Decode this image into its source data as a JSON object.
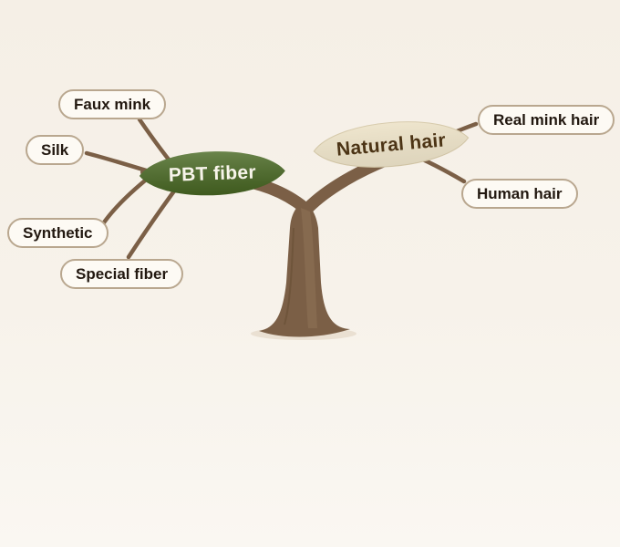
{
  "tree": {
    "branches": [
      {
        "label": "PBT fiber",
        "leaf_color": "#4a6a24",
        "label_color": "#f7f4ea",
        "items": [
          {
            "label": "Faux mink"
          },
          {
            "label": "Silk"
          },
          {
            "label": "Synthetic"
          },
          {
            "label": "Special fiber"
          }
        ]
      },
      {
        "label": "Natural hair",
        "leaf_color": "#ede3c9",
        "label_color": "#4c3415",
        "items": [
          {
            "label": "Real mink hair"
          },
          {
            "label": "Human hair"
          }
        ]
      }
    ]
  },
  "colors": {
    "background": "#f6f0e8",
    "pill_background": "#fdfaf4",
    "pill_border": "#b9a78f",
    "pill_text": "#221810",
    "trunk_brown": "#7b5f46"
  }
}
